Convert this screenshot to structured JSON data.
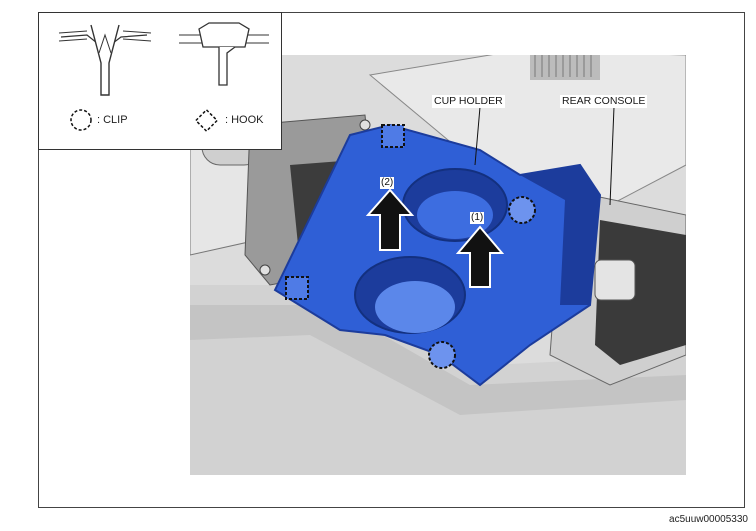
{
  "legend": {
    "clip_label": ": CLIP",
    "hook_label": ": HOOK"
  },
  "callouts": {
    "cup_holder": "CUP HOLDER",
    "rear_console": "REAR CONSOLE"
  },
  "steps": {
    "step1": "(1)",
    "step2": "(2)"
  },
  "figure_code": "ac5uuw00005330",
  "colors": {
    "part_blue": "#2f5fd6",
    "part_blue_dark": "#1c3c9c",
    "gray_light": "#ececec",
    "gray_mid": "#bdbdbd",
    "gray_dark": "#6e6e6e"
  }
}
